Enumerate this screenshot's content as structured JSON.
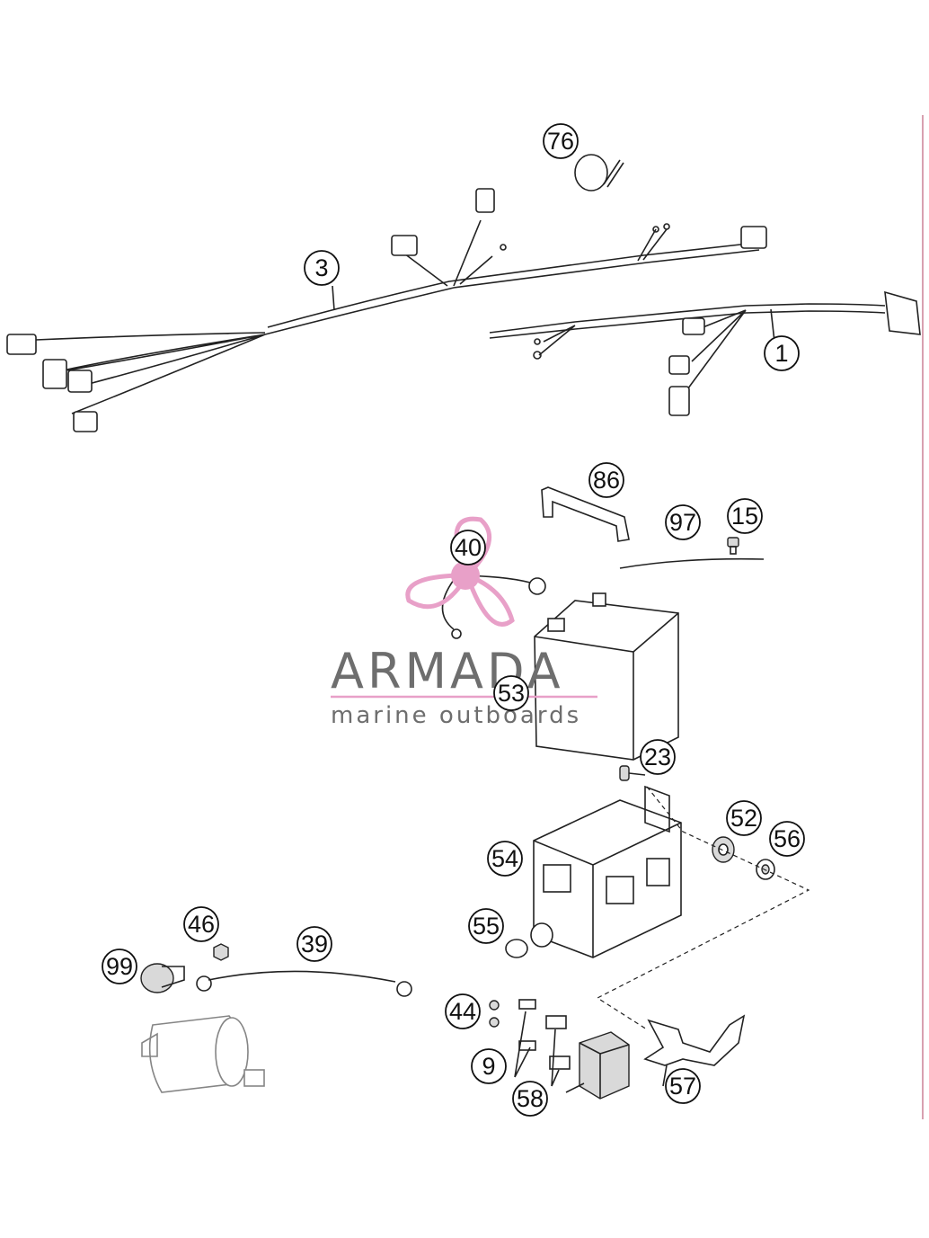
{
  "callouts": [
    {
      "id": "c76",
      "label": "76"
    },
    {
      "id": "c3",
      "label": "3"
    },
    {
      "id": "c1",
      "label": "1"
    },
    {
      "id": "c86",
      "label": "86"
    },
    {
      "id": "c97",
      "label": "97"
    },
    {
      "id": "c15",
      "label": "15"
    },
    {
      "id": "c40",
      "label": "40"
    },
    {
      "id": "c53",
      "label": "53"
    },
    {
      "id": "c23",
      "label": "23"
    },
    {
      "id": "c52",
      "label": "52"
    },
    {
      "id": "c56",
      "label": "56"
    },
    {
      "id": "c54",
      "label": "54"
    },
    {
      "id": "c55",
      "label": "55"
    },
    {
      "id": "c46",
      "label": "46"
    },
    {
      "id": "c39",
      "label": "39"
    },
    {
      "id": "c99",
      "label": "99"
    },
    {
      "id": "c44",
      "label": "44"
    },
    {
      "id": "c9",
      "label": "9"
    },
    {
      "id": "c58",
      "label": "58"
    },
    {
      "id": "c57",
      "label": "57"
    }
  ],
  "watermark": {
    "title": "ARMADA",
    "subtitle": "marine outboards",
    "accent_color": "#e8a0c8",
    "text_color": "#6e6e6e"
  }
}
